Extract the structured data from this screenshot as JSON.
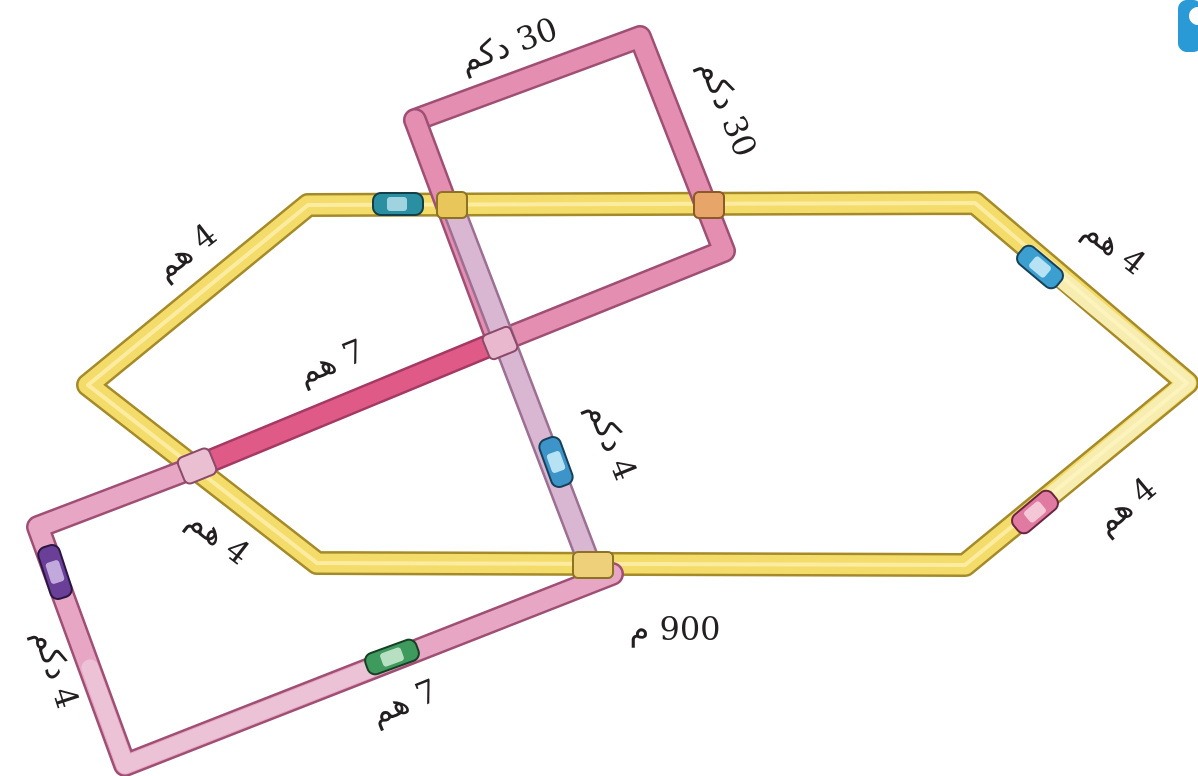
{
  "labels": {
    "top_pink_top": "30 دكم",
    "top_pink_right": "30 دكم",
    "yellow_upper_left": "4 هم",
    "yellow_upper_right": "4 هم",
    "pink_diagonal": "7 هم",
    "vertical_segment": "4 دكم",
    "yellow_lower_right": "4 هم",
    "yellow_lower_left": "4 هم",
    "bottom_distance": "900 م",
    "left_pink_side": "4 دكم",
    "bottom_pink": "7 هم"
  },
  "colors": {
    "yellow_track": "#f4dc6a",
    "yellow_light": "#f7edb0",
    "pink_track": "#e48fb2",
    "pink_light": "#ecc3d6",
    "red_track": "#df5a86",
    "lilac_track": "#d9b7d3",
    "text": "#231f20"
  },
  "icons": [
    "car-icon-teal",
    "car-icon-blue",
    "car-icon-red",
    "car-icon-purple",
    "car-icon-green"
  ]
}
